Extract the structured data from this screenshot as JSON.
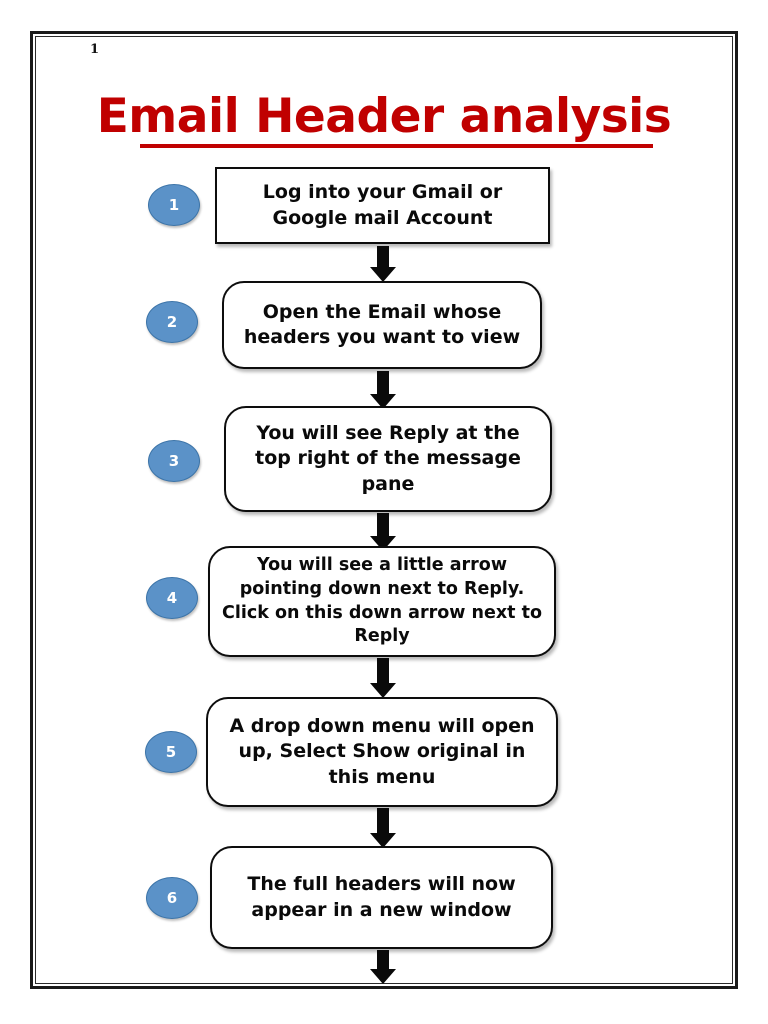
{
  "document": {
    "page_number": "1",
    "title": "Email Header analysis",
    "title_color": "#C00000",
    "bullet_color": "#5B92C8",
    "text_color": "#0a0a0a"
  },
  "flowchart": {
    "type": "process-flow",
    "orientation": "vertical",
    "steps": [
      {
        "number": "1",
        "text": "Log into your Gmail or Google mail Account",
        "shape": "rectangle"
      },
      {
        "number": "2",
        "text": "Open the Email whose headers you want to view",
        "shape": "rounded-rectangle"
      },
      {
        "number": "3",
        "text": "You will see Reply at the top right of the message pane",
        "shape": "rounded-rectangle"
      },
      {
        "number": "4",
        "text": "You will see a little arrow pointing down next to Reply. Click on this down arrow next to Reply",
        "shape": "rounded-rectangle"
      },
      {
        "number": "5",
        "text": "A drop down menu will open up, Select Show original in this menu",
        "shape": "rounded-rectangle"
      },
      {
        "number": "6",
        "text": "The full headers will now appear in a new window",
        "shape": "rounded-rectangle"
      }
    ],
    "connector_count": 6
  }
}
